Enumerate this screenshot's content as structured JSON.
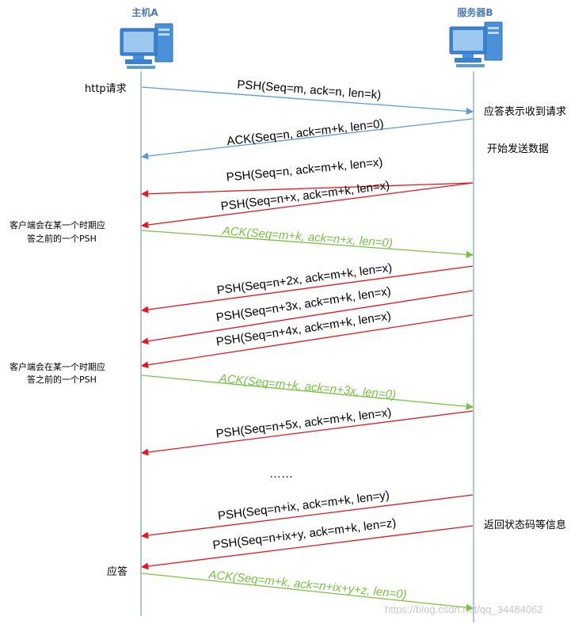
{
  "hosts": {
    "client_label": "主机A",
    "server_label": "服务器B"
  },
  "notes": {
    "http_request": "http请求",
    "server_ack_note": "应答表示收到请求",
    "start_send": "开始发送数据",
    "client_periodic_1a": "客户端会在某一个时期应",
    "client_periodic_1b": "答之前的一个PSH",
    "client_periodic_2a": "客户端会在某一个时期应",
    "client_periodic_2b": "答之前的一个PSH",
    "status_note": "返回状态码等信息",
    "final_ack": "应答",
    "ellipsis": "……",
    "watermark": "https://blog.csdn.net/qq_34484062"
  },
  "colors": {
    "blue": "#5b9bd5",
    "red": "#e8161c",
    "green": "#7ac143",
    "lifeline": "#8fb4dc",
    "host_title": "#4a78b5"
  },
  "messages": [
    {
      "label": "PSH(Seq=m, ack=n, len=k)",
      "dir": "to-server",
      "color": "blue"
    },
    {
      "label": "ACK(Seq=n, ack=m+k, len=0)",
      "dir": "to-client",
      "color": "blue"
    },
    {
      "label": "PSH(Seq=n, ack=m+k, len=x)",
      "dir": "to-client",
      "color": "red"
    },
    {
      "label": "PSH(Seq=n+x, ack=m+k, len=x)",
      "dir": "to-client",
      "color": "red"
    },
    {
      "label": "ACK(Seq=m+k, ack=n+x, len=0)",
      "dir": "to-server",
      "color": "green"
    },
    {
      "label": "PSH(Seq=n+2x, ack=m+k, len=x)",
      "dir": "to-client",
      "color": "red"
    },
    {
      "label": "PSH(Seq=n+3x, ack=m+k, len=x)",
      "dir": "to-client",
      "color": "red"
    },
    {
      "label": "PSH(Seq=n+4x, ack=m+k, len=x)",
      "dir": "to-client",
      "color": "red"
    },
    {
      "label": "ACK(Seq=m+k, ack=n+3x, len=0)",
      "dir": "to-server",
      "color": "green"
    },
    {
      "label": "PSH(Seq=n+5x, ack=m+k, len=x)",
      "dir": "to-client",
      "color": "red"
    },
    {
      "label": "PSH(Seq=n+ix, ack=m+k, len=y)",
      "dir": "to-client",
      "color": "red"
    },
    {
      "label": "PSH(Seq=n+ix+y, ack=m+k, len=z)",
      "dir": "to-client",
      "color": "red"
    },
    {
      "label": "ACK(Seq=m+k, ack=n+ix+y+z, len=0)",
      "dir": "to-server",
      "color": "green"
    }
  ]
}
